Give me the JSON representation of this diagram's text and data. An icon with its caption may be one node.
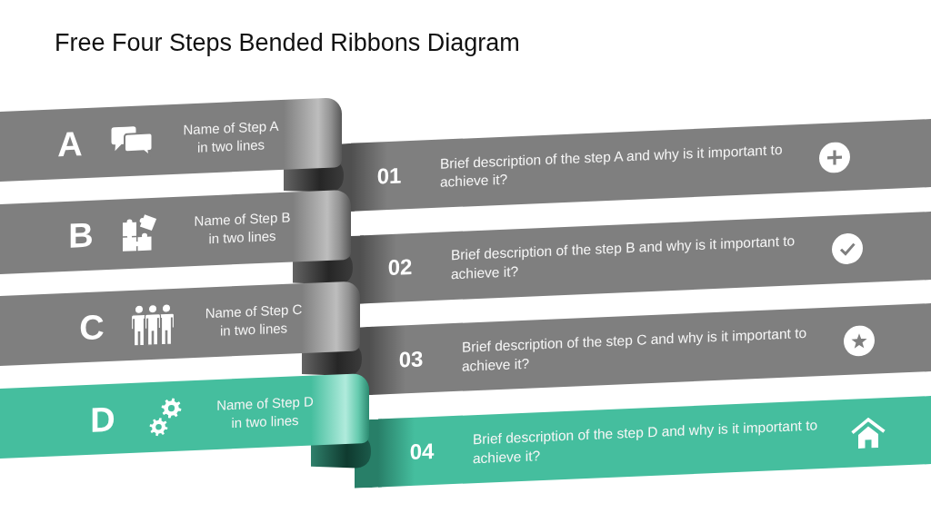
{
  "diagram": {
    "title": "Free Four Steps Bended Ribbons Diagram",
    "nodes": [
      {
        "text": [
          "A",
          "Name of Step A in two lines"
        ]
      },
      {
        "text": [
          "01",
          "Brief description of the step A and why is it important to achieve it?"
        ]
      },
      {
        "text": [
          "B",
          "Name of Step B in two lines"
        ]
      },
      {
        "text": [
          "02",
          "Brief description of the step B and why is it important to achieve it?"
        ]
      },
      {
        "text": [
          "C",
          "Name of Step C in two lines"
        ]
      },
      {
        "text": [
          "03",
          "Brief description of the step C and why is it important to achieve it?"
        ]
      },
      {
        "text": [
          "D",
          "Name of Step D in two lines"
        ]
      },
      {
        "text": [
          "04",
          "Brief description of the step D and why is it important to achieve it?"
        ]
      }
    ]
  }
}
